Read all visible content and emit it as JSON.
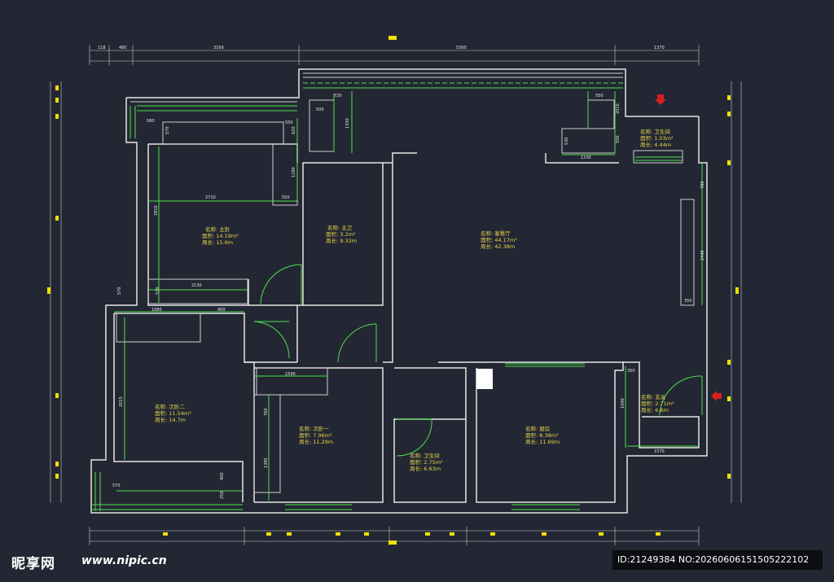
{
  "rooms": [
    {
      "lines": [
        "名称: 主卧",
        "面积: 14.19m²",
        "周长: 15.6m"
      ]
    },
    {
      "lines": [
        "名称: 主卫",
        "面积: 3.2m²",
        "周长: 9.32m"
      ]
    },
    {
      "lines": [
        "名称: 客餐厅",
        "面积: 44.17m²",
        "周长: 42.38m"
      ]
    },
    {
      "lines": [
        "名称: 卫生间",
        "面积: 1.03m²",
        "周长: 4.44m"
      ]
    },
    {
      "lines": [
        "名称: 次卧二",
        "面积: 11.54m²",
        "周长: 14.7m"
      ]
    },
    {
      "lines": [
        "名称: 次卧一",
        "面积: 7.96m²",
        "周长: 11.29m"
      ]
    },
    {
      "lines": [
        "名称: 卫生间",
        "面积: 2.75m²",
        "周长: 6.63m"
      ]
    },
    {
      "lines": [
        "名称: 厨房",
        "面积: 8.38m²",
        "周长: 11.69m"
      ]
    },
    {
      "lines": [
        "名称: 玄关",
        "面积: 2.71m²",
        "周长: 6.6m"
      ]
    }
  ],
  "dimensions": {
    "d2710": "2710",
    "d550a": "550",
    "d2910": "2910",
    "d2130": "2130",
    "d570a": "570",
    "d1880": "1880",
    "d900": "900",
    "d1590": "1590",
    "d2015": "2015",
    "d760": "760",
    "d1385": "1385",
    "d570b": "570",
    "d400": "400",
    "d250": "250",
    "d1290": "1290",
    "d620": "620",
    "d580": "580",
    "d570c": "570",
    "d550b": "550",
    "d720": "720",
    "d500": "500",
    "d1330": "1330",
    "d550c": "550",
    "d2010": "2010",
    "d530": "530",
    "d500b": "500",
    "d1100": "1100",
    "d780": "780",
    "d2440": "2440",
    "d350": "350",
    "d350b": "350",
    "d1000": "1000",
    "d1570": "1570",
    "d570d": "570"
  },
  "top_dims": [
    "118",
    "480",
    "3169",
    "5300",
    "1370"
  ],
  "footer": {
    "logo": "昵享网",
    "url": "www.nipic.cn",
    "id_text": "ID:21249384 NO:20260606151505222102"
  }
}
